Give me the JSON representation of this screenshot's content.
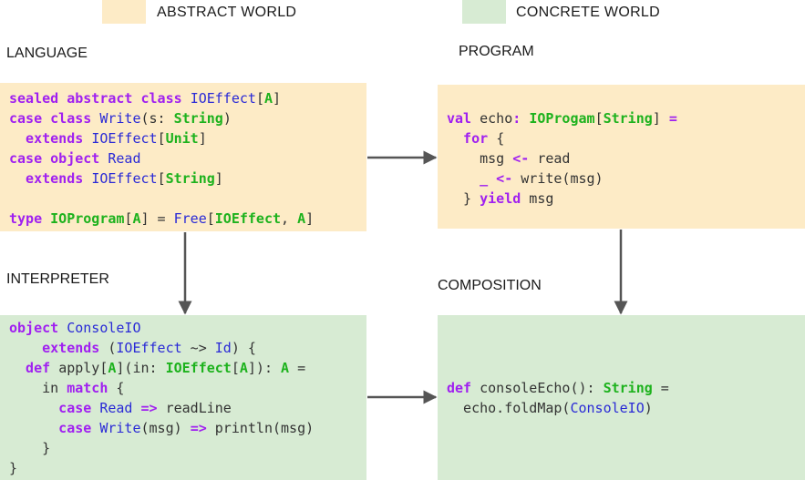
{
  "legend": {
    "abstract_label": "ABSTRACT WORLD",
    "concrete_label": "CONCRETE WORLD",
    "abstract_color": "#fdebc6",
    "concrete_color": "#d7ebd3"
  },
  "sections": {
    "language": "LANGUAGE",
    "program": "PROGRAM",
    "interpreter": "INTERPRETER",
    "composition": "COMPOSITION"
  },
  "code": {
    "language": [
      [
        {
          "t": "sealed abstract class ",
          "c": "kw"
        },
        {
          "t": "IOEffect",
          "c": "id"
        },
        {
          "t": "[",
          "c": "pl"
        },
        {
          "t": "A",
          "c": "ty"
        },
        {
          "t": "]",
          "c": "pl"
        }
      ],
      [
        {
          "t": "case class ",
          "c": "kw"
        },
        {
          "t": "Write",
          "c": "id"
        },
        {
          "t": "(s: ",
          "c": "pl"
        },
        {
          "t": "String",
          "c": "ty"
        },
        {
          "t": ")",
          "c": "pl"
        }
      ],
      [
        {
          "t": "  extends ",
          "c": "kw"
        },
        {
          "t": "IOEffect",
          "c": "id"
        },
        {
          "t": "[",
          "c": "pl"
        },
        {
          "t": "Unit",
          "c": "ty"
        },
        {
          "t": "]",
          "c": "pl"
        }
      ],
      [
        {
          "t": "case object ",
          "c": "kw"
        },
        {
          "t": "Read",
          "c": "id"
        }
      ],
      [
        {
          "t": "  extends ",
          "c": "kw"
        },
        {
          "t": "IOEffect",
          "c": "id"
        },
        {
          "t": "[",
          "c": "pl"
        },
        {
          "t": "String",
          "c": "ty"
        },
        {
          "t": "]",
          "c": "pl"
        }
      ],
      [
        {
          "t": "",
          "c": "pl"
        }
      ],
      [
        {
          "t": "type ",
          "c": "kw"
        },
        {
          "t": "IOProgram",
          "c": "ty"
        },
        {
          "t": "[",
          "c": "pl"
        },
        {
          "t": "A",
          "c": "ty"
        },
        {
          "t": "] = ",
          "c": "pl"
        },
        {
          "t": "Free",
          "c": "id"
        },
        {
          "t": "[",
          "c": "pl"
        },
        {
          "t": "IOEffect",
          "c": "ty"
        },
        {
          "t": ", ",
          "c": "pl"
        },
        {
          "t": "A",
          "c": "ty"
        },
        {
          "t": "]",
          "c": "pl"
        }
      ]
    ],
    "program": [
      [
        {
          "t": "val ",
          "c": "kw"
        },
        {
          "t": "echo",
          "c": "pl"
        },
        {
          "t": ": ",
          "c": "kw"
        },
        {
          "t": "IOProgam",
          "c": "ty"
        },
        {
          "t": "[",
          "c": "pl"
        },
        {
          "t": "String",
          "c": "ty"
        },
        {
          "t": "] ",
          "c": "pl"
        },
        {
          "t": "=",
          "c": "kw"
        }
      ],
      [
        {
          "t": "  for ",
          "c": "kw"
        },
        {
          "t": "{",
          "c": "pl"
        }
      ],
      [
        {
          "t": "    msg ",
          "c": "pl"
        },
        {
          "t": "<-",
          "c": "kw"
        },
        {
          "t": " read",
          "c": "pl"
        }
      ],
      [
        {
          "t": "    _ <-",
          "c": "kw"
        },
        {
          "t": " write(msg)",
          "c": "pl"
        }
      ],
      [
        {
          "t": "  } ",
          "c": "pl"
        },
        {
          "t": "yield",
          "c": "kw"
        },
        {
          "t": " msg",
          "c": "pl"
        }
      ]
    ],
    "interpreter": [
      [
        {
          "t": "object ",
          "c": "kw"
        },
        {
          "t": "ConsoleIO",
          "c": "id"
        }
      ],
      [
        {
          "t": "    extends ",
          "c": "kw"
        },
        {
          "t": "(",
          "c": "pl"
        },
        {
          "t": "IOEffect",
          "c": "id"
        },
        {
          "t": " ~> ",
          "c": "pl"
        },
        {
          "t": "Id",
          "c": "id"
        },
        {
          "t": ") {",
          "c": "pl"
        }
      ],
      [
        {
          "t": "  def ",
          "c": "kw"
        },
        {
          "t": "apply[",
          "c": "pl"
        },
        {
          "t": "A",
          "c": "ty"
        },
        {
          "t": "](in: ",
          "c": "pl"
        },
        {
          "t": "IOEffect",
          "c": "ty"
        },
        {
          "t": "[",
          "c": "pl"
        },
        {
          "t": "A",
          "c": "ty"
        },
        {
          "t": "]): ",
          "c": "pl"
        },
        {
          "t": "A",
          "c": "ty"
        },
        {
          "t": " =",
          "c": "pl"
        }
      ],
      [
        {
          "t": "    in ",
          "c": "pl"
        },
        {
          "t": "match",
          "c": "kw"
        },
        {
          "t": " {",
          "c": "pl"
        }
      ],
      [
        {
          "t": "      case ",
          "c": "kw"
        },
        {
          "t": "Read",
          "c": "id"
        },
        {
          "t": " => ",
          "c": "kw"
        },
        {
          "t": "readLine",
          "c": "pl"
        }
      ],
      [
        {
          "t": "      case ",
          "c": "kw"
        },
        {
          "t": "Write",
          "c": "id"
        },
        {
          "t": "(msg) ",
          "c": "pl"
        },
        {
          "t": "=>",
          "c": "kw"
        },
        {
          "t": " println(msg)",
          "c": "pl"
        }
      ],
      [
        {
          "t": "    }",
          "c": "pl"
        }
      ],
      [
        {
          "t": "}",
          "c": "pl"
        }
      ]
    ],
    "composition": [
      [
        {
          "t": "def ",
          "c": "kw"
        },
        {
          "t": "consoleEcho(): ",
          "c": "pl"
        },
        {
          "t": "String",
          "c": "ty"
        },
        {
          "t": " =",
          "c": "pl"
        }
      ],
      [
        {
          "t": "  echo.foldMap(",
          "c": "pl"
        },
        {
          "t": "ConsoleIO",
          "c": "id"
        },
        {
          "t": ")",
          "c": "pl"
        }
      ]
    ]
  }
}
